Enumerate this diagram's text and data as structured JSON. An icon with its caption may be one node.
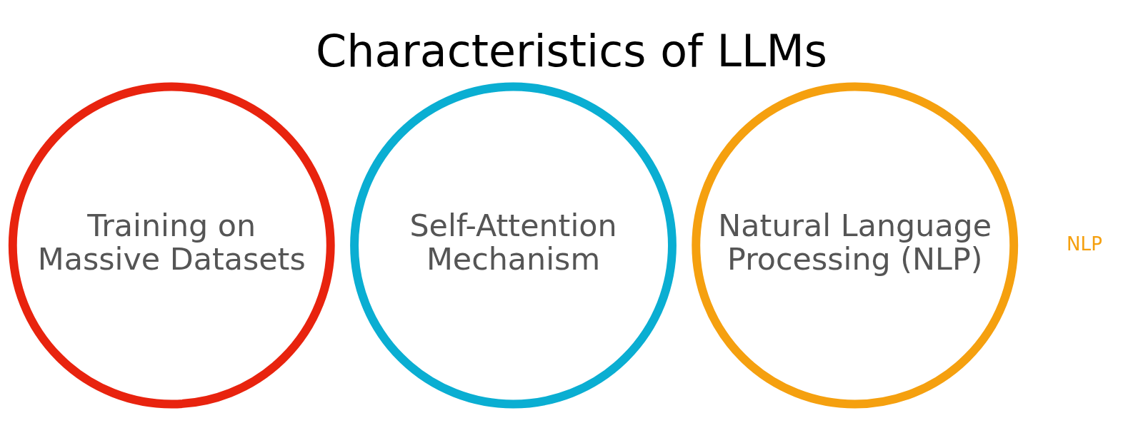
{
  "diagram": {
    "title": "Characteristics of LLMs",
    "nodes": [
      {
        "text": [
          "Training on Massive Datasets"
        ]
      },
      {
        "text": [
          "Self-Attention Mechanism"
        ]
      },
      {
        "text": [
          "Natural Language Processing (NLP)"
        ]
      }
    ],
    "labels": [
      "NLP"
    ]
  }
}
